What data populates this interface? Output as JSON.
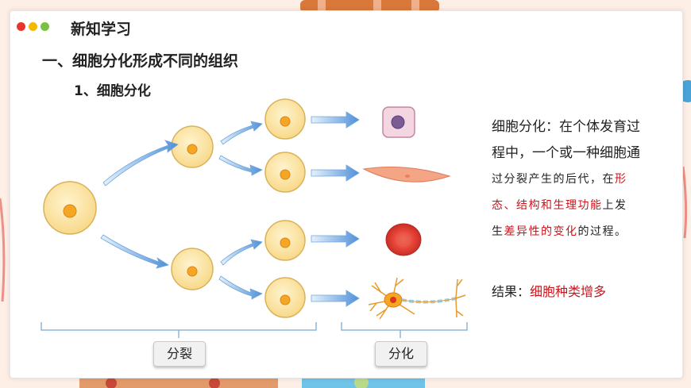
{
  "header": {
    "section_title": "新知学习",
    "dot_colors": [
      "#e8352b",
      "#f5b800",
      "#7ac143"
    ]
  },
  "content": {
    "heading_1": "一、细胞分化形成不同的组织",
    "heading_2": "1、细胞分化"
  },
  "definition": {
    "line_1": "细胞分化：在个体发育过",
    "line_2": "程中，一个或一种细胞通",
    "line_3": "过分裂产生的后代，在",
    "line_3_red": "形",
    "line_4_red": "态、结构和生理功能",
    "line_4": "上发",
    "line_5a": "生",
    "line_5_red": "差异性的变化",
    "line_5b": "的过程。"
  },
  "result": {
    "label": "结果：",
    "value": "细胞种类增多"
  },
  "labels": {
    "division": "分裂",
    "differentiation": "分化"
  },
  "colors": {
    "accent_red": "#c8161d",
    "cell_fill": "#fbe3a3",
    "arrow": "#4f90d8"
  }
}
